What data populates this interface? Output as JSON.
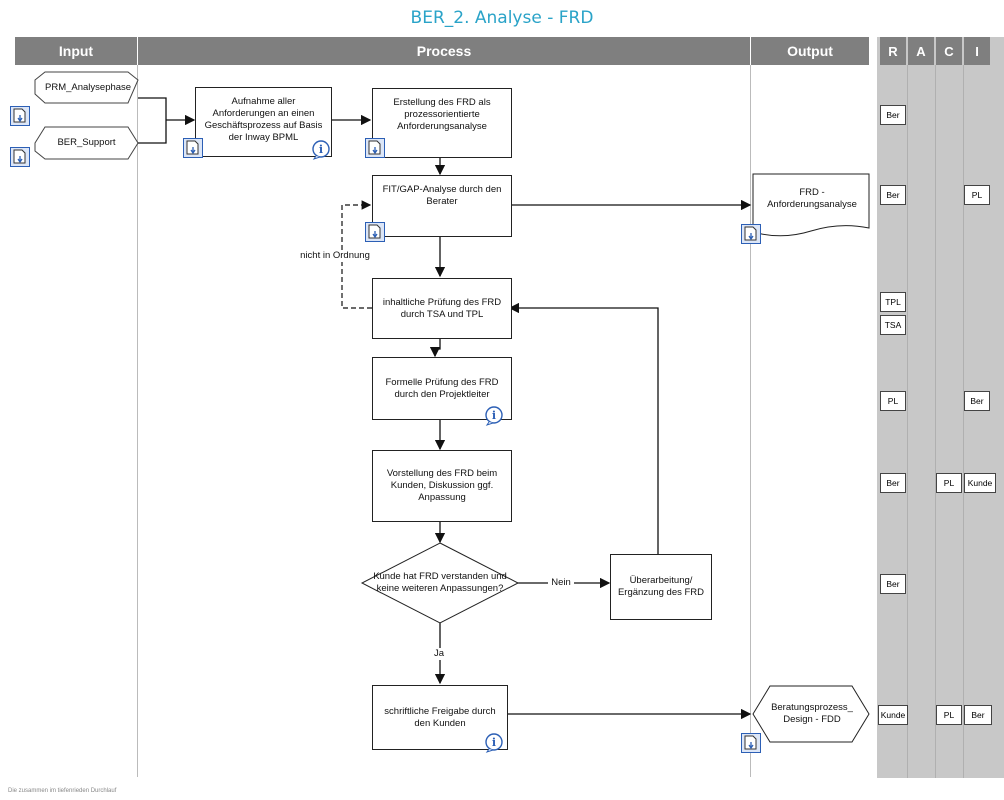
{
  "title": "BER_2. Analyse - FRD",
  "lanes": {
    "input": "Input",
    "process": "Process",
    "output": "Output"
  },
  "raci_headers": [
    "R",
    "A",
    "C",
    "I"
  ],
  "inputs": {
    "in1": "PRM_Analysephase",
    "in2": "BER_Support"
  },
  "process": {
    "p1": "Aufnahme aller Anforderungen an einen Geschäftsprozess auf Basis der Inway BPML",
    "p2": "Erstellung des FRD als prozessorientierte Anforderungsanalyse",
    "p3": "FIT/GAP-Analyse durch den Berater",
    "p4": "inhaltliche Prüfung des FRD durch TSA und TPL",
    "p5": "Formelle Prüfung des FRD durch den Projektleiter",
    "p6": "Vorstellung des FRD beim Kunden, Diskussion ggf. Anpassung",
    "d1": "Kunde hat FRD verstanden und keine weiteren Anpassungen?",
    "p7": "Überarbeitung/ Ergänzung des FRD",
    "p8": "schriftliche Freigabe durch den Kunden"
  },
  "outputs": {
    "o1": "FRD - Anforderungsanalyse",
    "o2": "Beratungsprozess_ Design - FDD"
  },
  "edge_labels": {
    "nio": "nicht in Ordnung",
    "nein": "Nein",
    "ja": "Ja"
  },
  "raci": {
    "r1": {
      "R": "Ber"
    },
    "r2": {
      "R": "Ber",
      "I": "PL"
    },
    "r3": {
      "R1": "TPL",
      "R2": "TSA"
    },
    "r4": {
      "R": "PL",
      "I": "Ber"
    },
    "r5": {
      "R": "Ber",
      "C": "PL",
      "I": "Kunde"
    },
    "r6": {
      "R": "Ber"
    },
    "r7": {
      "R": "Kunde",
      "C": "PL",
      "I": "Ber"
    }
  },
  "colors": {
    "header": "#7f7f7f",
    "raci_bg": "#c8c8c8",
    "title": "#2aa3c8",
    "icon": "#2c5fb5"
  },
  "footer": "Die zusammen im tiefenrieden Durchlauf"
}
